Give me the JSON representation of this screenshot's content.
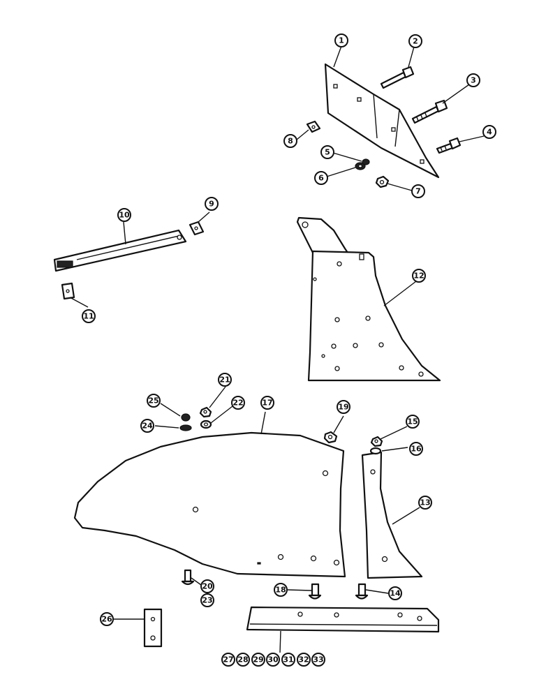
{
  "callouts": {
    "c1": "1",
    "c2": "2",
    "c3": "3",
    "c4": "4",
    "c5": "5",
    "c6": "6",
    "c7": "7",
    "c8": "8",
    "c9": "9",
    "c10": "10",
    "c11": "11",
    "c12": "12",
    "c13": "13",
    "c14": "14",
    "c15": "15",
    "c16": "16",
    "c17": "17",
    "c18": "18",
    "c19": "19",
    "c20": "20",
    "c21": "21",
    "c22": "22",
    "c23": "23",
    "c24": "24",
    "c25": "25",
    "c26": "26",
    "c27": "27",
    "c28": "28",
    "c29": "29",
    "c30": "30",
    "c31": "31",
    "c32": "32",
    "c33": "33"
  },
  "colors": {
    "line": "#111111",
    "paper": "#ffffff"
  }
}
